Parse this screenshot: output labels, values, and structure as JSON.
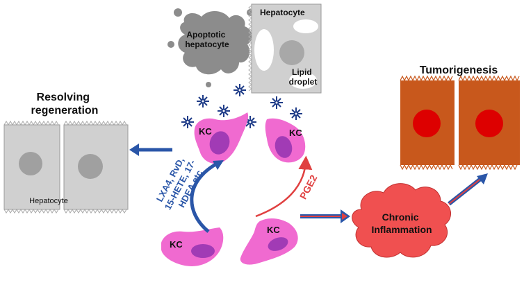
{
  "labels": {
    "apoptotic_hepatocyte": [
      "Apoptotic",
      "hepatocyte"
    ],
    "hepatocyte_top": "Hepatocyte",
    "lipid_droplet": [
      "Lipid",
      "droplet"
    ],
    "resolving_regeneration": [
      "Resolving",
      "regeneration"
    ],
    "hepatocyte_left": "Hepatocyte",
    "tumorigenesis": "Tumorigenesis",
    "kc": "KC",
    "mediators": [
      "LXA4, RvD,",
      "15-HETE, 17-",
      "HDEA etc"
    ],
    "pge2": "PGE2",
    "chronic_inflammation": [
      "Chronic",
      "Inflammation"
    ]
  },
  "colors": {
    "kc_fill": "#f06ad0",
    "kc_nucleus": "#a13bb5",
    "hepatocyte_gray": "#d0d0d0",
    "nucleus_gray": "#a0a0a0",
    "apoptotic_gray": "#8c8c8c",
    "tumor_orange": "#c8581c",
    "tumor_nucleus": "#dd0000",
    "inflammation_red": "#f05050",
    "mediator_blue": "#2a56a8",
    "pge2_red": "#e04040",
    "star_navy": "#1f3c88"
  }
}
